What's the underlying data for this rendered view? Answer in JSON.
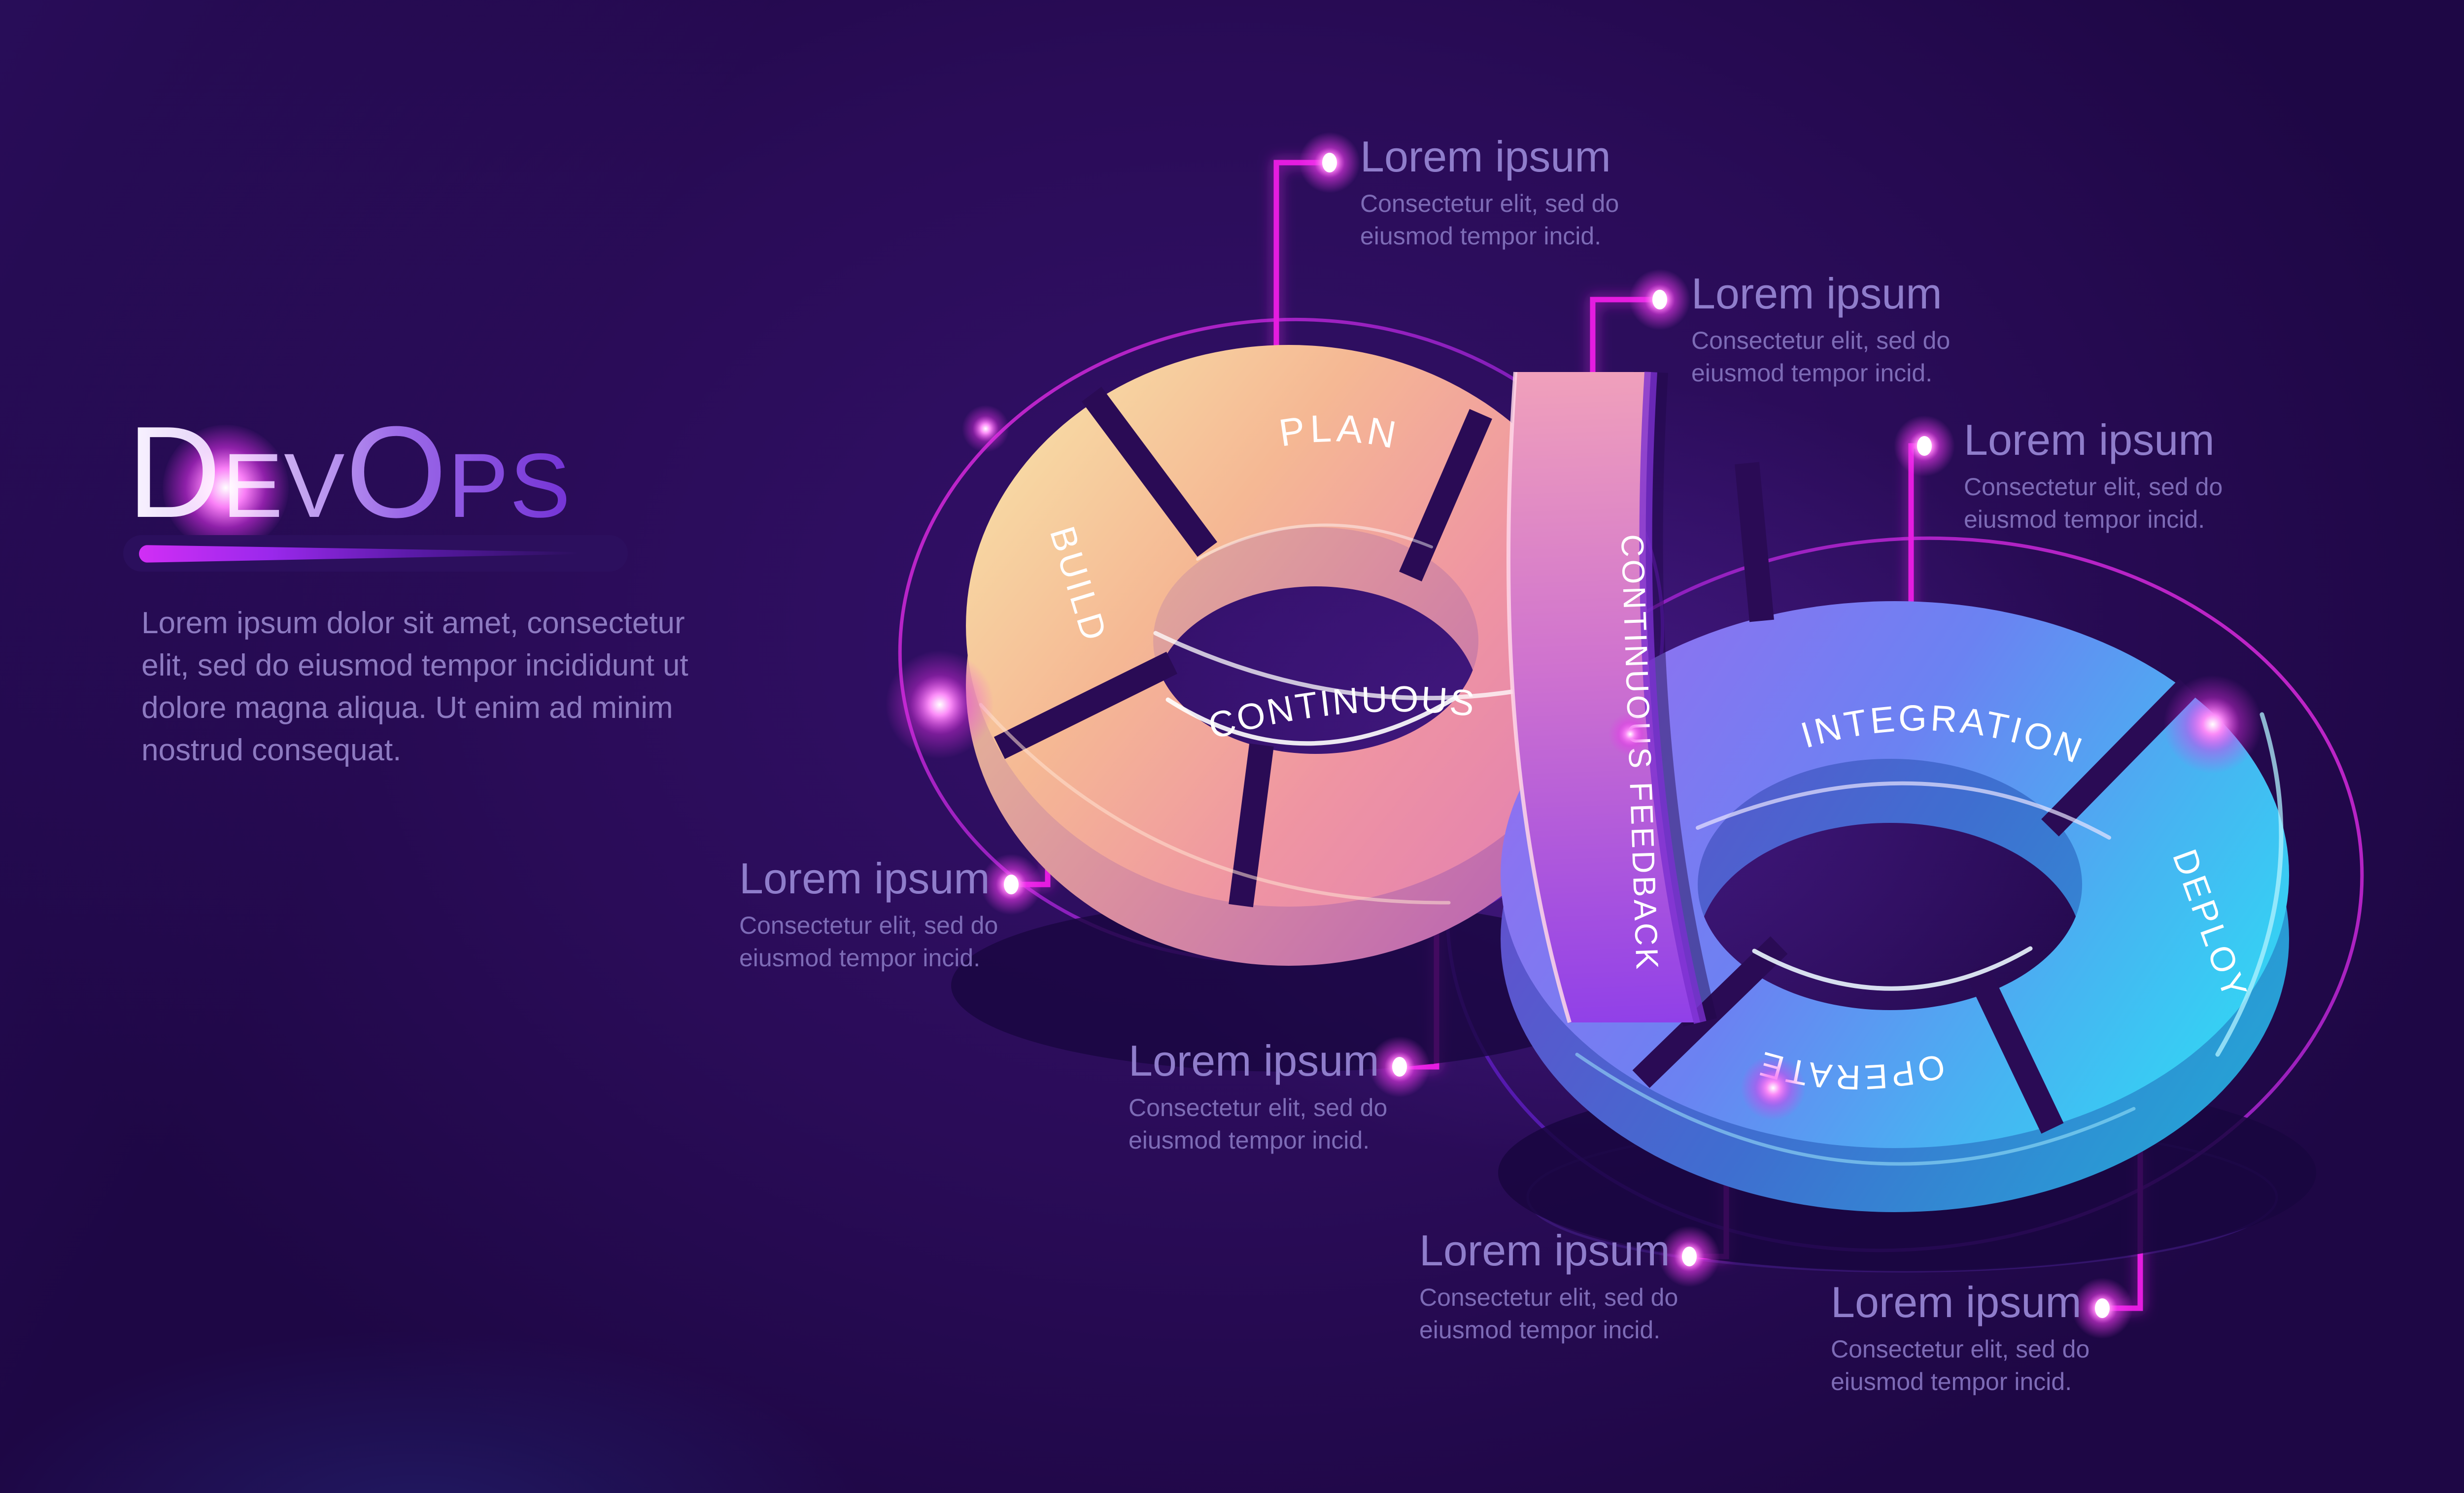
{
  "brand": {
    "title": "DevOps"
  },
  "intro": {
    "text": "Lorem ipsum dolor sit amet, consectetur\nelit, sed do eiusmod tempor incididunt ut\ndolore magna aliqua. Ut enim ad minim\nnostrud consequat."
  },
  "loop": {
    "segments": [
      {
        "id": "plan",
        "label": "PLAN"
      },
      {
        "id": "build",
        "label": "BUILD"
      },
      {
        "id": "continuous",
        "label": "CONTINUOUS"
      },
      {
        "id": "continuous-feedback",
        "label": "CONTINUOUS FEEDBACK"
      },
      {
        "id": "integration",
        "label": "INTEGRATION"
      },
      {
        "id": "deploy",
        "label": "DEPLOY"
      },
      {
        "id": "operate",
        "label": "OPERATE"
      }
    ]
  },
  "callouts": [
    {
      "title": "Lorem ipsum",
      "body": "Consectetur elit, sed do\neiusmod tempor incid."
    },
    {
      "title": "Lorem ipsum",
      "body": "Consectetur elit, sed do\neiusmod tempor incid."
    },
    {
      "title": "Lorem ipsum",
      "body": "Consectetur elit, sed do\neiusmod tempor incid."
    },
    {
      "title": "Lorem ipsum",
      "body": "Consectetur elit, sed do\neiusmod tempor incid."
    },
    {
      "title": "Lorem ipsum",
      "body": "Consectetur elit, sed do\neiusmod tempor incid."
    },
    {
      "title": "Lorem ipsum",
      "body": "Consectetur elit, sed do\neiusmod tempor incid."
    },
    {
      "title": "Lorem ipsum",
      "body": "Consectetur elit, sed do\neiusmod tempor incid."
    }
  ],
  "colors": {
    "background": "#2a0c58",
    "accent_magenta": "#ec1ee8",
    "text_muted": "#8d7ac1",
    "title_gradient_start": "#faf5ff",
    "title_gradient_end": "#7433d6",
    "loop_left_start": "#f8e3a8",
    "loop_left_end": "#e27eb2",
    "loop_right_start": "#9a6cf0",
    "loop_right_end": "#2fdbf4",
    "band_start": "#f0a0bb",
    "band_end": "#9040e8"
  }
}
